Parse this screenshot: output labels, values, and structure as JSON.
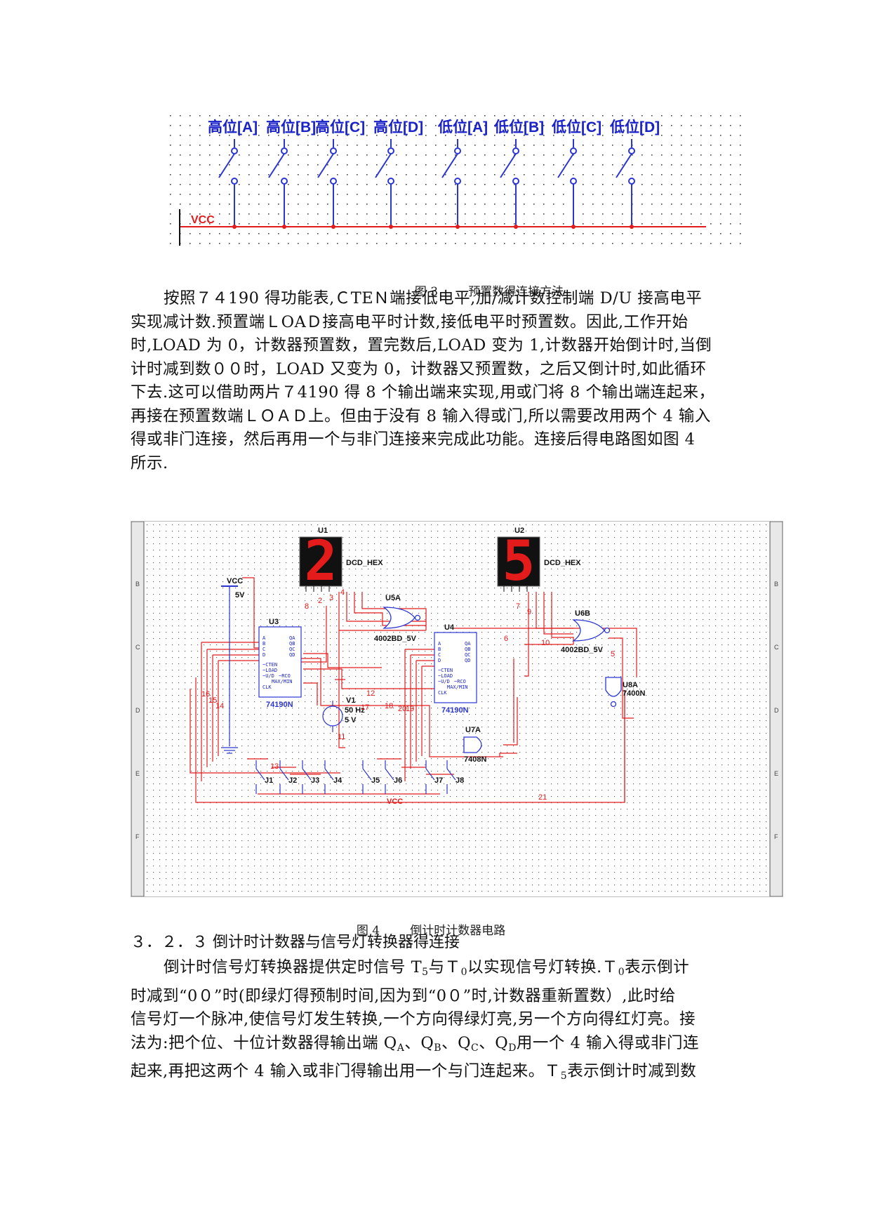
{
  "figure3": {
    "labels": [
      "高位[A]",
      "高位[B]",
      "高位[C]",
      "高位[D]",
      "低位[A]",
      "低位[B]",
      "低位[C]",
      "低位[D]"
    ],
    "vcc_label": "VCC",
    "caption_num": "图 3",
    "caption_text": "预置数得连接方法"
  },
  "paragraph1": [
    "按照７４190 得功能表,ＣTEＮ端接低电平,加/减计数控制端 D/U 接高电平",
    "实现减计数.预置端ＬOAＤ接高电平时计数,接低电平时预置数。因此,工作开始",
    "时,LOAD 为 0，计数器预置数，置完数后,LOAD 变为 1,计数器开始倒计时,当倒",
    "计时减到数００时，LOAD 又变为 0，计数器又预置数，之后又倒计时,如此循环",
    "下去.这可以借助两片７4190 得 8 个输出端来实现,用或门将 8 个输出端连起来，",
    "再接在预置数端ＬＯＡＤ上。但由于没有 8 输入得或门,所以需要改用两个 4 输入",
    "得或非门连接，然后再用一个与非门连接来完成此功能。连接后得电路图如图 4",
    "所示."
  ],
  "figure4": {
    "u1_label": "U1",
    "u2_label": "U2",
    "u1_digit": "2",
    "u2_digit": "5",
    "dcd_label": "DCD_HEX",
    "vcc_label": "VCC",
    "vcc_value": "5V",
    "u3_label": "U3",
    "u4_label": "U4",
    "chip_label": "74190N",
    "u5a_label": "U5A",
    "u6b_label": "U6B",
    "nor_label": "4002BD_5V",
    "u7a_label": "U7A",
    "and_label": "7408N",
    "u8a_label": "U8A",
    "nand_label": "7400N",
    "v1_label": "V1",
    "v1_freq": "50 Hz",
    "v1_amp": "5 V",
    "switches": [
      "J1",
      "J2",
      "J3",
      "J4",
      "J5",
      "J6",
      "J7",
      "J8"
    ],
    "bottom_vcc": "VCC",
    "caption_num": "图 4",
    "caption_text": "倒计时计数器电路"
  },
  "section": {
    "number": "３．２．３",
    "title": "倒计时计数器与信号灯转换器得连接"
  },
  "paragraph2": {
    "line1_a": "倒计时信号灯转换器提供定时信号 T",
    "line1_sub1": "5",
    "line1_b": "与Ｔ",
    "line1_sub2": "0",
    "line1_c": "以实现信号灯转换.Ｔ",
    "line1_sub3": "0",
    "line1_d": "表示倒计",
    "line2": "时减到“0０”时(即绿灯得预制时间,因为到“0０”时,计数器重新置数）,此时给",
    "line3": "信号灯一个脉冲,使信号灯发生转换,一个方向得绿灯亮,另一个方向得红灯亮。接",
    "line4_a": "法为:把个位、十位计数器得输出端 Q",
    "line4_s1": "A",
    "line4_b": "、Q",
    "line4_s2": "B",
    "line4_c": "、Q",
    "line4_s3": "C",
    "line4_d": "、Q",
    "line4_s4": "D",
    "line4_e": "用一个 4 输入得或非门连",
    "line5": "起来,再把这两个 4 输入或非门得输出用一个与门连起来。Ｔ",
    "line5_sub": "5",
    "line5_b": "表示倒计时减到数"
  }
}
